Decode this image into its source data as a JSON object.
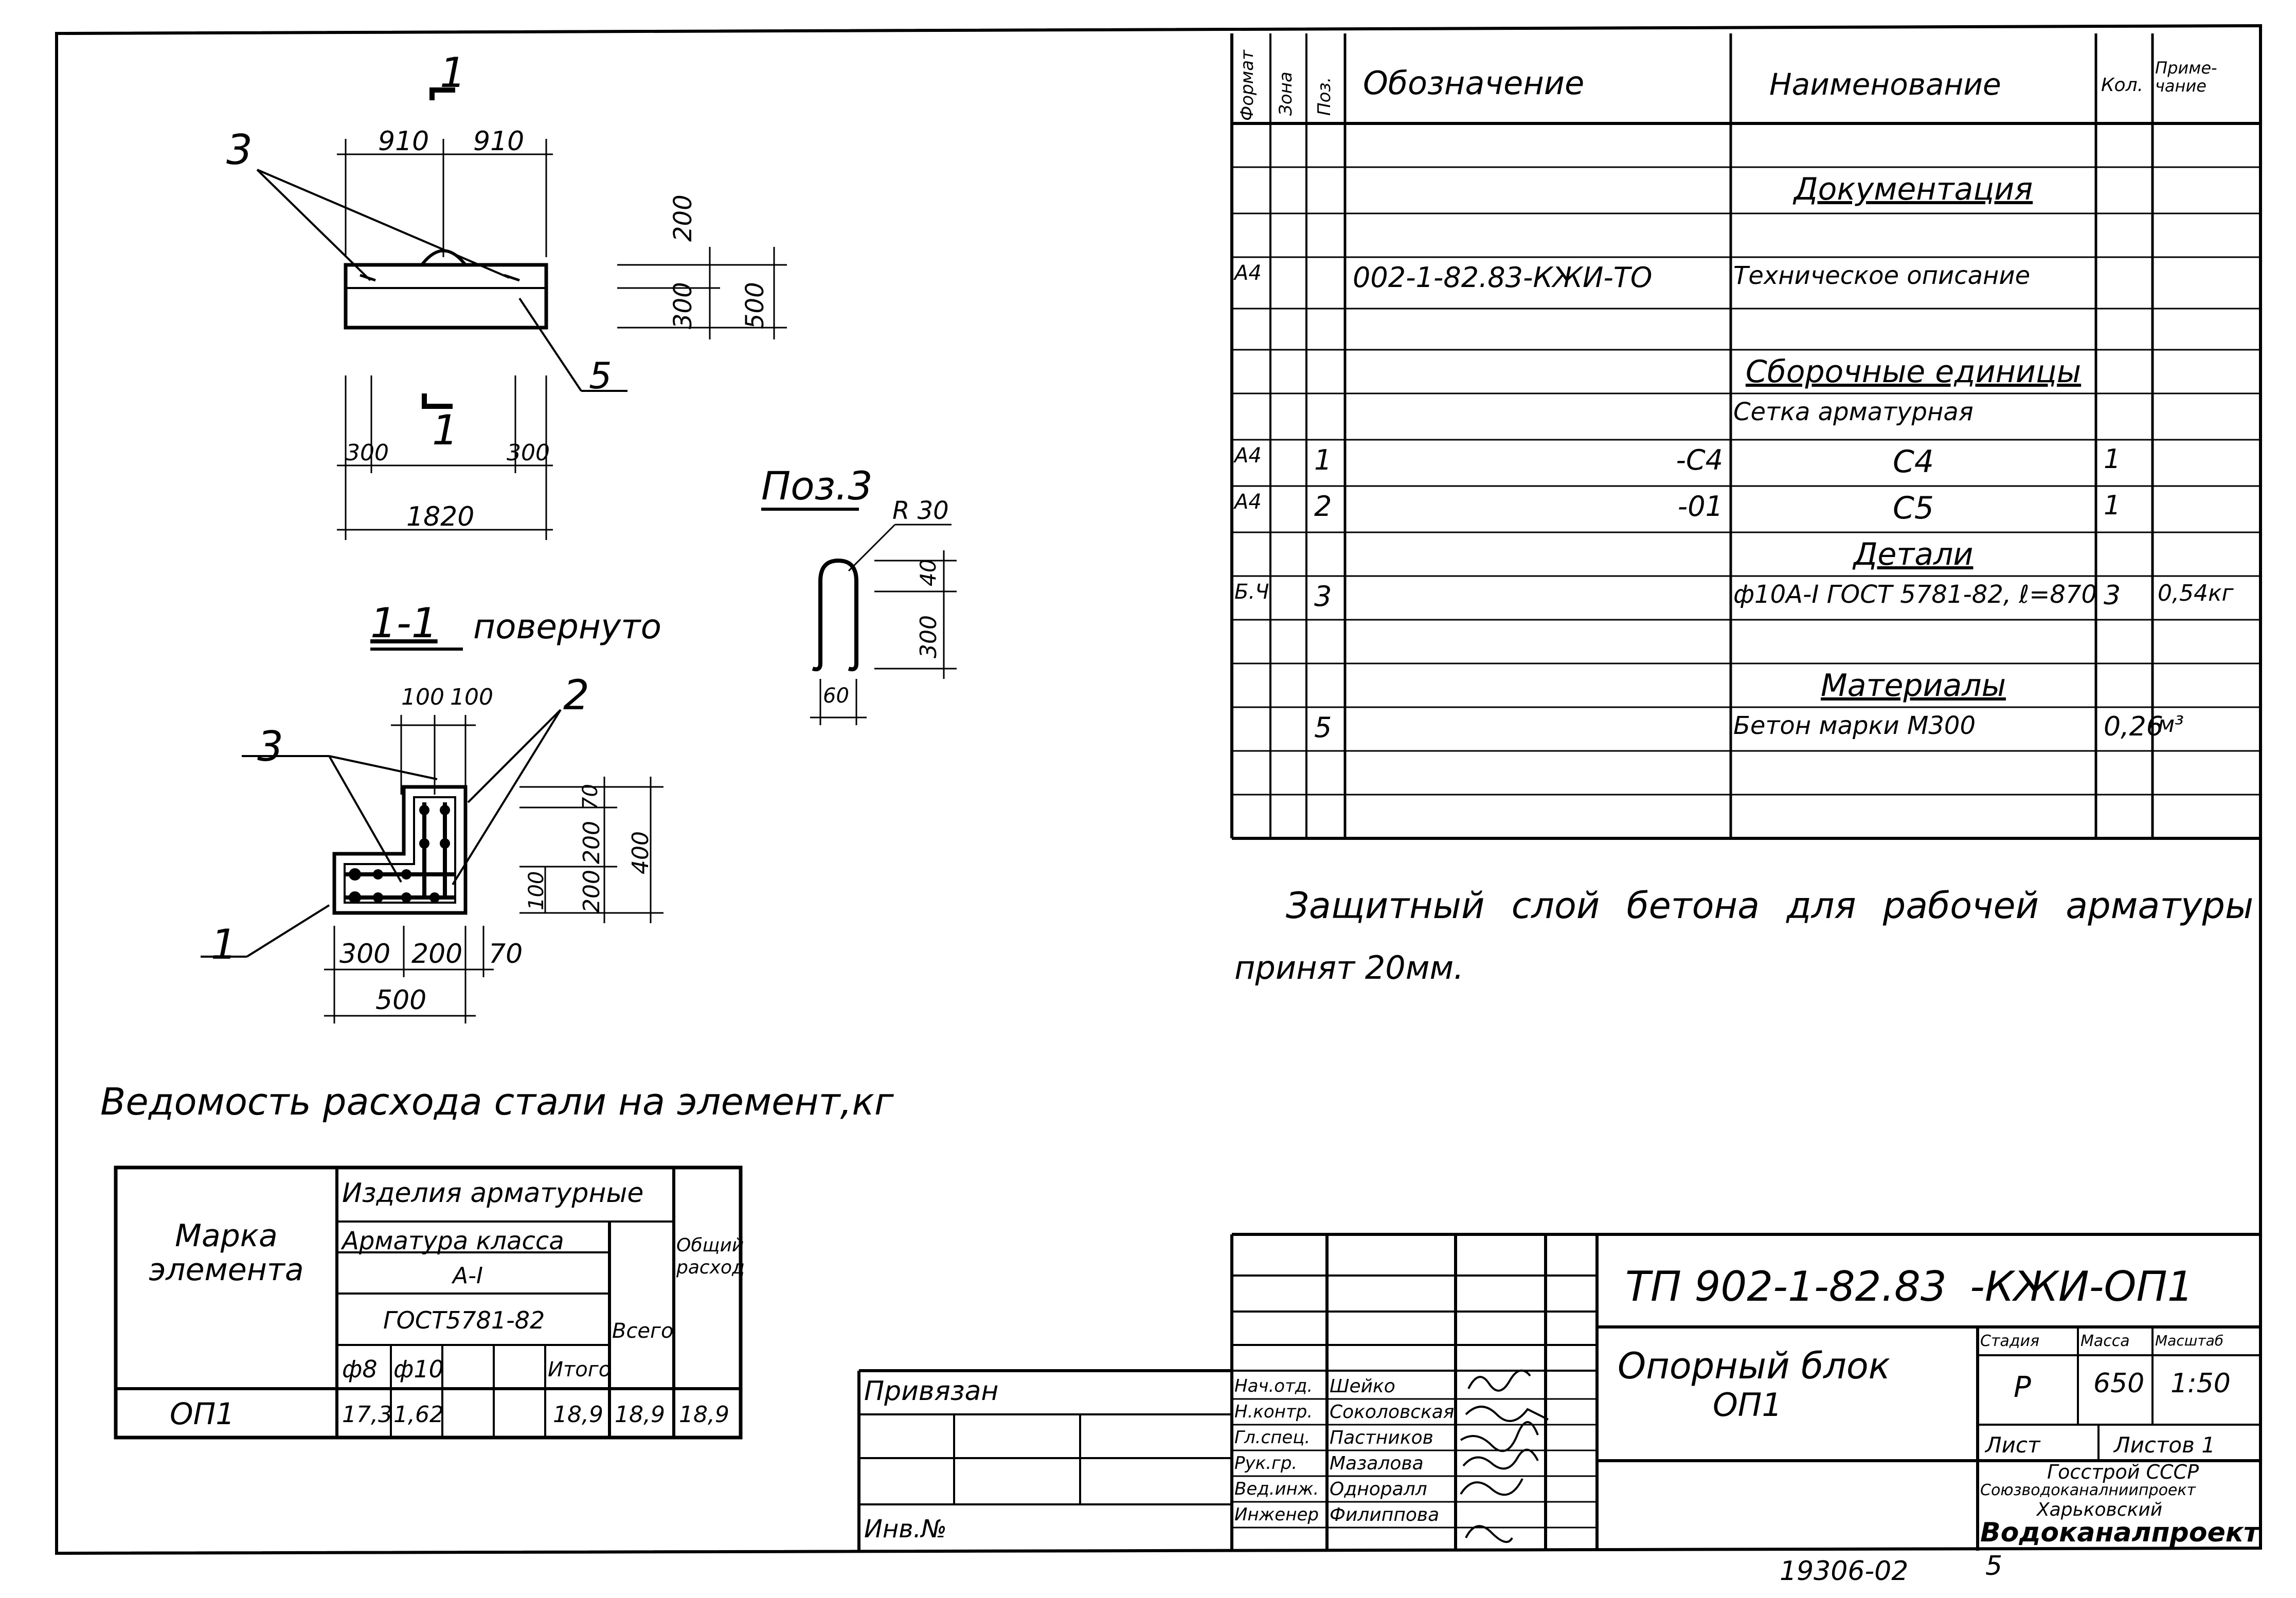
{
  "drawing": {
    "plan": {
      "section_mark": "1",
      "pos3_label": "3",
      "pos5_label": "5",
      "dim_left": "910",
      "dim_right": "910",
      "dim_h1": "200",
      "dim_h2": "300",
      "dim_total_h": "500",
      "dim_edge_left": "300",
      "dim_edge_right": "300",
      "dim_total_len": "1820"
    },
    "section_title": "1-1",
    "section_title_suffix": "повернуто",
    "section": {
      "label_1": "1",
      "label_2": "2",
      "label_3": "3",
      "dim_top_a": "100",
      "dim_top_b": "100",
      "dim_r1": "70",
      "dim_r2": "200",
      "dim_r3": "400",
      "dim_r4": "100",
      "dim_r5": "200",
      "dim_b1": "300",
      "dim_b2": "200",
      "dim_b3": "70",
      "dim_b_total": "500"
    },
    "pos3": {
      "title": "Поз.3",
      "radius": "R 30",
      "dim_40": "40",
      "dim_300": "300",
      "dim_60": "60"
    }
  },
  "spec_table": {
    "headers": {
      "format": "Формат",
      "zone": "Зона",
      "pos": "Поз.",
      "designation": "Обозначение",
      "name": "Наименование",
      "qty": "Кол.",
      "note": "Приме-чание"
    },
    "rows": [
      {
        "format": "",
        "pos": "",
        "designation": "",
        "name": "",
        "qty": "",
        "note": ""
      },
      {
        "format": "",
        "pos": "",
        "designation": "",
        "name": "Документация",
        "qty": "",
        "note": "",
        "underline": true
      },
      {
        "format": "",
        "pos": "",
        "designation": "",
        "name": "",
        "qty": "",
        "note": ""
      },
      {
        "format": "А4",
        "pos": "",
        "designation": "002-1-82.83-КЖИ-ТО",
        "name": "Техническое описание",
        "qty": "",
        "note": ""
      },
      {
        "format": "",
        "pos": "",
        "designation": "",
        "name": "",
        "qty": "",
        "note": ""
      },
      {
        "format": "",
        "pos": "",
        "designation": "",
        "name": "Сборочные единицы",
        "qty": "",
        "note": "",
        "underline": true
      },
      {
        "format": "",
        "pos": "",
        "designation": "",
        "name": "Сетка арматурная",
        "qty": "",
        "note": ""
      },
      {
        "format": "А4",
        "pos": "1",
        "designation": "-С4",
        "name": "С4",
        "qty": "1",
        "note": ""
      },
      {
        "format": "А4",
        "pos": "2",
        "designation": "-01",
        "name": "С5",
        "qty": "1",
        "note": ""
      },
      {
        "format": "",
        "pos": "",
        "designation": "",
        "name": "Детали",
        "qty": "",
        "note": "",
        "underline": true
      },
      {
        "format": "Б.Ч",
        "pos": "3",
        "designation": "",
        "name": "ф10А-I ГОСТ 5781-82, ℓ=870",
        "qty": "3",
        "note": "0,54кг"
      },
      {
        "format": "",
        "pos": "",
        "designation": "",
        "name": "",
        "qty": "",
        "note": ""
      },
      {
        "format": "",
        "pos": "",
        "designation": "",
        "name": "Материалы",
        "qty": "",
        "note": "",
        "underline": true
      },
      {
        "format": "",
        "pos": "5",
        "designation": "",
        "name": "Бетон марки М300",
        "qty": "0,26",
        "note": "м³"
      },
      {
        "format": "",
        "pos": "",
        "designation": "",
        "name": "",
        "qty": "",
        "note": ""
      },
      {
        "format": "",
        "pos": "",
        "designation": "",
        "name": "",
        "qty": "",
        "note": ""
      }
    ]
  },
  "note_text_line1": "Защитный слой бетона для рабочей арматуры",
  "note_text_line2": "принят 20мм.",
  "steel": {
    "title": "Ведомость расхода стали на элемент,кг",
    "col_mark": "Марка элемента",
    "col_products": "Изделия арматурные",
    "col_class": "Арматура класса",
    "col_class_value": "А-I",
    "col_gost": "ГОСТ5781-82",
    "col_d8": "ф8",
    "col_d10": "ф10",
    "col_itogo": "Итого",
    "col_total": "Всего",
    "col_general": "Общий расход",
    "row": {
      "mark": "ОП1",
      "d8": "17,3",
      "d10": "1,62",
      "itogo": "18,9",
      "total": "18,9",
      "general": "18,9"
    }
  },
  "stamp": {
    "privyazan": "Привязан",
    "inv": "Инв.№",
    "code": "ТП 902-1-82.83",
    "code_suffix": "-КЖИ-ОП1",
    "title_line1": "Опорный блок",
    "title_line2": "ОП1",
    "stage_label": "Стадия",
    "mass_label": "Масса",
    "scale_label": "Масштаб",
    "stage": "Р",
    "mass": "650",
    "scale": "1:50",
    "sheet_label": "Лист",
    "sheets_label": "Листов 1",
    "org_line1": "Госстрой СССР",
    "org_line2": "Союзводоканалниипроект",
    "org_line3": "Харьковский",
    "org_line4": "Водоканалпроект",
    "people": [
      {
        "role": "Нач.отд.",
        "name": "Шейко"
      },
      {
        "role": "Н.контр.",
        "name": "Соколовская"
      },
      {
        "role": "Гл.спец.",
        "name": "Пастников"
      },
      {
        "role": "Рук.гр.",
        "name": "Мазалова"
      },
      {
        "role": "Вед.инж.",
        "name": "Одноралл"
      },
      {
        "role": "Инженер",
        "name": "Филиппова"
      }
    ]
  },
  "footer_number": "19306-02",
  "footer_page": "5"
}
